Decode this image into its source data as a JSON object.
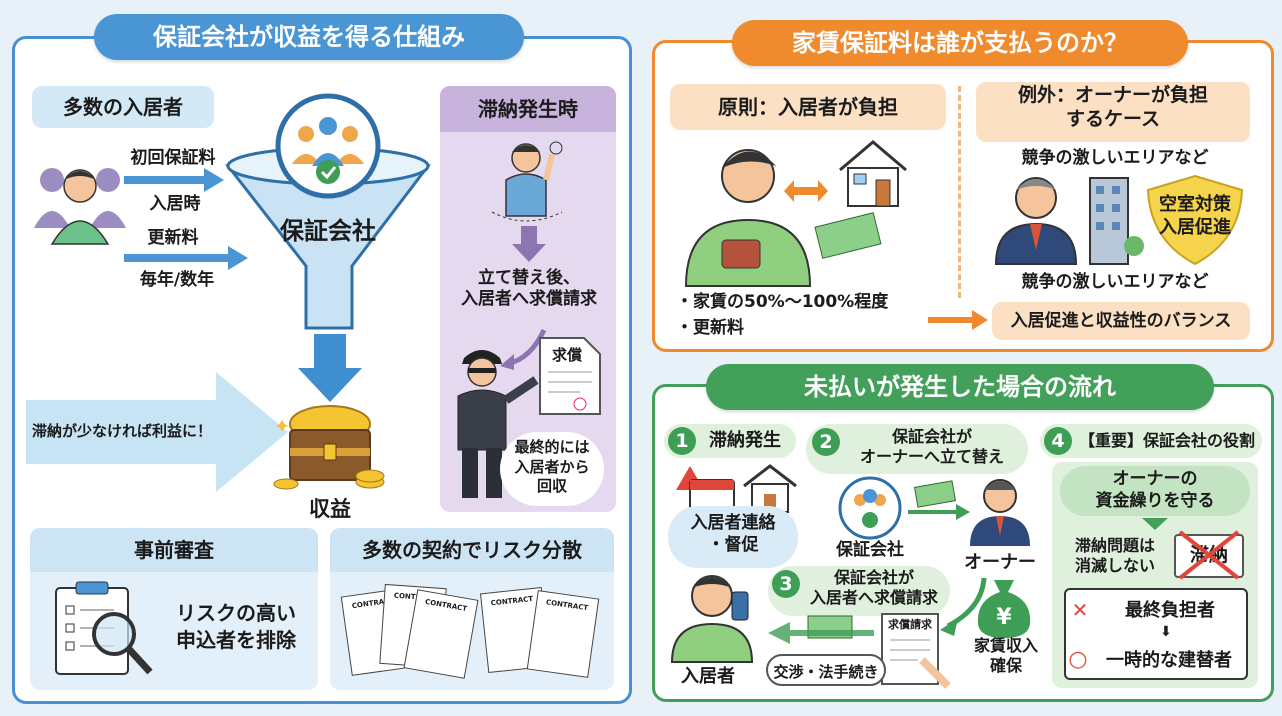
{
  "left": {
    "title": "保証会社が収益を得る仕組み",
    "tenants_label": "多数の入居者",
    "initial_fee": "初回保証料",
    "initial_timing": "入居時",
    "renewal_fee": "更新料",
    "renewal_timing": "毎年/数年",
    "funnel_label": "保証会社",
    "profit_note": "滞納が少なければ利益に！",
    "profit_label": "収益",
    "delinquency_title": "滞納発生時",
    "delinquency_step": "立て替え後、\n入居者へ求償請求",
    "doc_label": "求償",
    "final_note": "最終的には\n入居者から\n回収",
    "screening_title": "事前審査",
    "screening_text": "リスクの高い\n申込者を排除",
    "spread_title": "多数の契約でリスク分散",
    "contract_word": "CONTRACT"
  },
  "right_top": {
    "title": "家賃保証料は誰が支払うのか？",
    "principle": "原則：入居者が負担",
    "bullets": [
      "・家賃の50%〜100%程度",
      "・更新料"
    ],
    "exception": "例外：オーナーが負担\nするケース",
    "area1": "競争の激しいエリアなど",
    "vacancy": "空室対策\n入居促進",
    "area2": "競争の激しいエリアなど",
    "balance": "入居促進と収益性のバランス"
  },
  "right_bottom": {
    "title": "未払いが発生した場合の流れ",
    "step1_num": "1",
    "step1": "滞納発生",
    "step2_num": "2",
    "step2": "保証会社が\nオーナーへ立て替え",
    "step3_num": "3",
    "step3": "保証会社が\n入居者へ求償請求",
    "step4_num": "4",
    "step4": "【重要】保証会社の役割",
    "contact": "入居者連絡\n・督促",
    "guarantor_label": "保証会社",
    "owner_label": "オーナー",
    "claim_doc": "求償請求",
    "rent_income": "家賃収入\n確保",
    "tenant_label": "入居者",
    "negotiation": "交渉・法手続き",
    "protect": "オーナーの\n資金繰りを守る",
    "not_resolved": "滞納問題は\n消滅しない",
    "stamp": "滞納",
    "ultimate_bearer": "最終負担者",
    "down_arrow": "⬇",
    "temporary": "一時的な建替者",
    "cross_mark": "✕",
    "circle_mark": "○"
  },
  "colors": {
    "blue": "#3f8fd0",
    "orange": "#ef8a2d",
    "green": "#43a05a"
  }
}
